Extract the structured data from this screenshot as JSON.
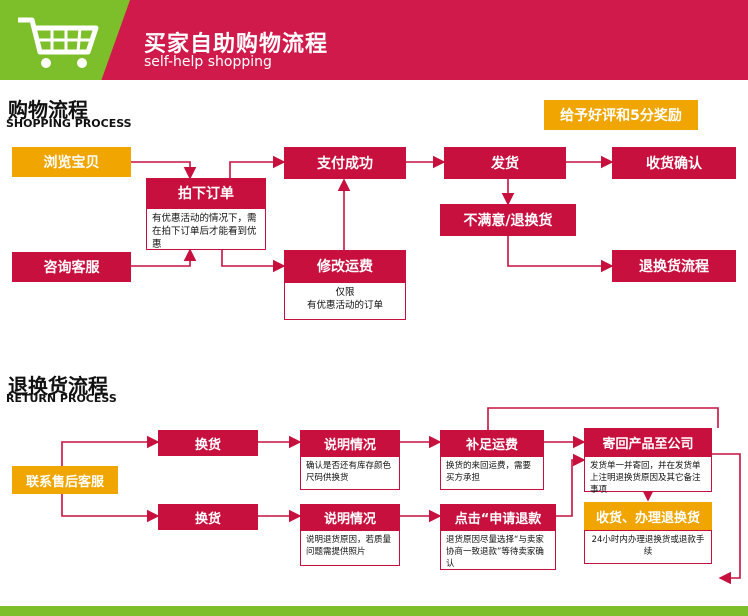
{
  "header": {
    "title": "买家自助购物流程",
    "subtitle": "self-help shopping",
    "bg_color": "#d11a4c",
    "accent_color": "#7cbf2a",
    "icon": "shopping-cart-icon"
  },
  "shopping": {
    "title": "购物流程",
    "subtitle": "SHOPPING PROCESS",
    "reward_label": "给予好评和5分奖励",
    "browse_label": "浏览宝贝",
    "consult_label": "咨询客服",
    "order_label": "拍下订单",
    "order_note": "有优惠活动的情况下，需在拍下订单后才能看到优惠",
    "pay_label": "支付成功",
    "modify_label": "修改运费",
    "modify_note_1": "仅限",
    "modify_note_2": "有优惠活动的订单",
    "ship_label": "发货",
    "confirm_label": "收货确认",
    "unsatisfied_label": "不满意/退换货",
    "return_flow_label": "退换货流程"
  },
  "returns": {
    "title": "退换货流程",
    "subtitle": "RETURN PROCESS",
    "contact_label": "联系售后客服",
    "exchange_label": "换货",
    "refund_label": "换货",
    "explain_label_1": "说明情况",
    "explain_note_1": "确认是否还有库存颜色尺码供换货",
    "explain_label_2": "说明情况",
    "explain_note_2": "说明退货原因，若质量问题需提供照片",
    "topup_label": "补足运费",
    "topup_note": "换货的来回运费，需要买方承担",
    "apply_label": "点击“申请退款",
    "apply_note": "退货原因尽量选择“与卖家协商一致退款”等待卖家确认",
    "send_label": "寄回产品至公司",
    "send_note": "发货单一并寄回，并在发货单上注明退换货原因及其它备注事项",
    "receive_label": "收货、办理退换货",
    "receive_note": "24小时内办理退换货或退款手续"
  },
  "colors": {
    "primary_red": "#c8103f",
    "orange": "#f0a500",
    "green": "#7cbf2a"
  }
}
